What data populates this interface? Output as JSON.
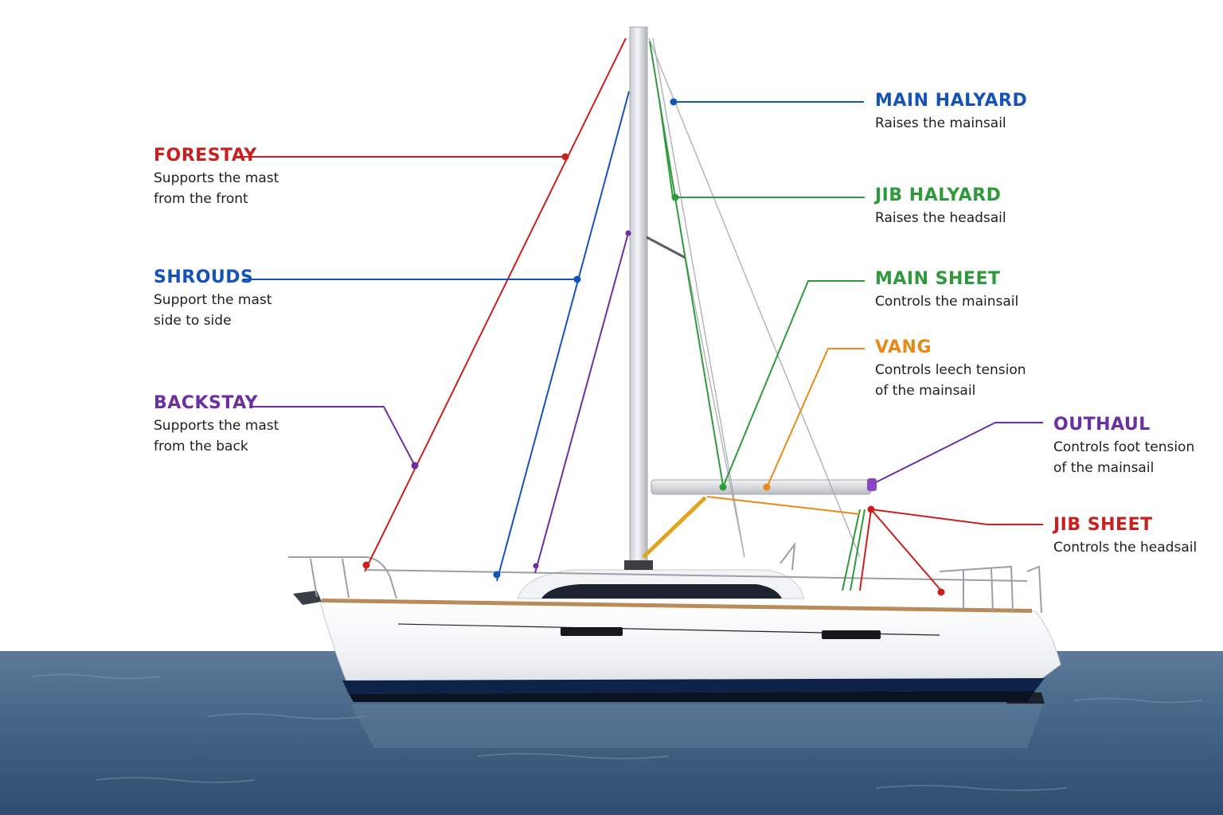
{
  "colors": {
    "red": "#c8201e",
    "blue": "#1553b8",
    "purple": "#6b2fa0",
    "green": "#2f9a3c",
    "orange": "#e88a17",
    "sea": "#4a6a8a",
    "hull_stripe": "#0e2347"
  },
  "labels": {
    "forestay": {
      "title": "FORESTAY",
      "line1": "Supports the mast",
      "line2": "from the front"
    },
    "shrouds": {
      "title": "SHROUDS",
      "line1": "Support the mast",
      "line2": "side to side"
    },
    "backstay": {
      "title": "BACKSTAY",
      "line1": "Supports the mast",
      "line2": "from the back"
    },
    "main_halyard": {
      "title": "MAIN HALYARD",
      "line1": "Raises the mainsail"
    },
    "jib_halyard": {
      "title": "JIB HALYARD",
      "line1": "Raises the headsail"
    },
    "main_sheet": {
      "title": "MAIN SHEET",
      "line1": "Controls the mainsail"
    },
    "vang": {
      "title": "VANG",
      "line1": "Controls leech tension",
      "line2": "of the mainsail"
    },
    "outhaul": {
      "title": "OUTHAUL",
      "line1": "Controls foot tension",
      "line2": "of the mainsail"
    },
    "jib_sheet": {
      "title": "JIB SHEET",
      "line1": "Controls the headsail"
    }
  }
}
